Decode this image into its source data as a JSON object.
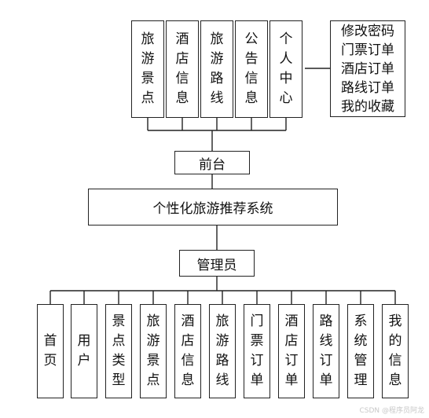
{
  "diagram": {
    "system": "个性化旅游推荐系统",
    "frontend": {
      "label": "前台",
      "modules": [
        "旅游景点",
        "酒店信息",
        "旅游路线",
        "公告信息",
        "个人中心"
      ],
      "personal_center_items": [
        "修改密码",
        "门票订单",
        "酒店订单",
        "路线订单",
        "我的收藏"
      ]
    },
    "admin": {
      "label": "管理员",
      "modules": [
        "首页",
        "用户",
        "景点类型",
        "旅游景点",
        "酒店信息",
        "旅游路线",
        "门票订单",
        "酒店订单",
        "路线订单",
        "系统管理",
        "我的信息"
      ]
    }
  },
  "watermark": "CSDN @程序员阿龙"
}
